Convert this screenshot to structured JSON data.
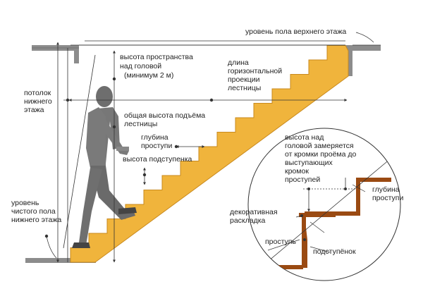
{
  "labels": {
    "upper_floor_level": "уровень пола верхнего этажа",
    "headroom": [
      "высота пространства",
      "над головой",
      "(минимум 2 м)"
    ],
    "horizontal_length": [
      "длина",
      "горизонтальной",
      "проекции",
      "лестницы"
    ],
    "lower_ceiling": [
      "потолок",
      "нижнего",
      "этажа"
    ],
    "total_rise": [
      "общая высота подъёма",
      "лестницы"
    ],
    "tread_depth": [
      "глубина",
      "проступи"
    ],
    "riser_height": "высота подступенка",
    "finished_floor": [
      "уровень",
      "чистого пола",
      "нижнего этажа"
    ],
    "headroom_note": [
      "высота над",
      "головой замеряется",
      "от кромки проёма до",
      "выступающих",
      "кромок",
      "проступей"
    ],
    "detail_tread_depth": [
      "глубина",
      "проступи"
    ],
    "decorative_trim": [
      "декоративная",
      "раскладка"
    ],
    "tread": "проступь",
    "riser": "подступёнок"
  },
  "colors": {
    "stair": "#F0B43C",
    "stair_dark": "#C98A1E",
    "detail_stair": "#9A4A12",
    "slab": "#8C8C8C",
    "person": "#7A7A7A",
    "line": "#333333"
  }
}
